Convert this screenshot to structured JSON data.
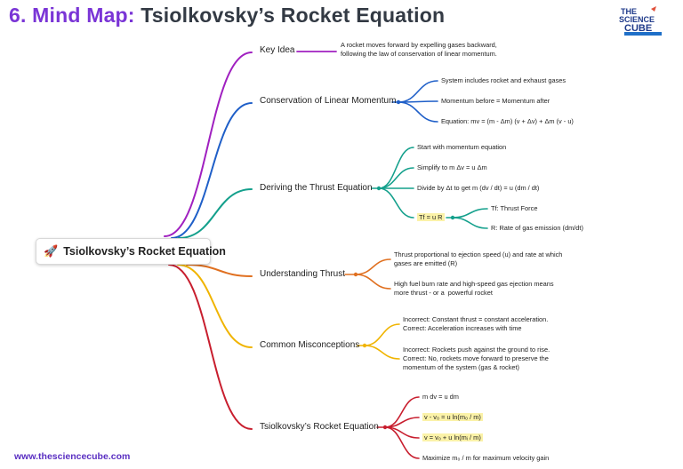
{
  "title": {
    "number": "6. Mind Map:",
    "text": "Tsiolkovsky’s Rocket Equation"
  },
  "logo": {
    "line1": "THE",
    "line2": "SCIENCE",
    "line3": "CUBE"
  },
  "root": {
    "label": "Tsiolkovsky’s Rocket Equation"
  },
  "branches": {
    "key_idea": {
      "label": "Key Idea",
      "color": "#a020c0",
      "leaves": [
        "A rocket moves forward by expelling gases backward,\nfollowing the law of conservation of linear momentum."
      ]
    },
    "conservation": {
      "label": "Conservation of Linear Momentum",
      "color": "#1f5fc8",
      "leaves": [
        "System includes rocket and exhaust gases",
        "Momentum before = Momentum after",
        "Equation: mv = (m - Δm) (v + Δv) + Δm (v - u)"
      ]
    },
    "deriving": {
      "label": "Deriving the Thrust Equation",
      "color": "#14a08c",
      "leaves": [
        "Start with momentum equation",
        "Simplify to m Δv = u Δm",
        "Divide by Δt to get m (dv / dt) = u (dm / dt)",
        "Tf = u R"
      ],
      "sub_leaves": [
        "Tf: Thrust Force",
        "R: Rate of gas emission (dm/dt)"
      ]
    },
    "understanding": {
      "label": "Understanding Thrust",
      "color": "#e07020",
      "leaves": [
        "Thrust proportional to ejection speed (u) and rate at which\ngases are emitted (R)",
        "High fuel burn rate and high-speed gas ejection means\nmore thrust - or a  powerful rocket"
      ]
    },
    "misconceptions": {
      "label": "Common Misconceptions",
      "color": "#f0b400",
      "leaves": [
        "Incorrect: Constant thrust = constant acceleration.\nCorrect: Acceleration increases with time",
        "Incorrect: Rockets push against the ground to rise.\nCorrect: No, rockets move forward to preserve the\nmomentum of the system (gas & rocket)"
      ]
    },
    "equation": {
      "label": "Tsiolkovsky’s Rocket Equation",
      "color": "#c81e2e",
      "leaves": [
        "m dv = u dm",
        "v - v₀ = u ln(m₀ / m)",
        "v  =  v₀ + u ln(mᵢ / m)",
        "Maximize m₀ / m for maximum velocity gain"
      ]
    }
  },
  "footer": {
    "url": "www.thesciencecube.com"
  }
}
